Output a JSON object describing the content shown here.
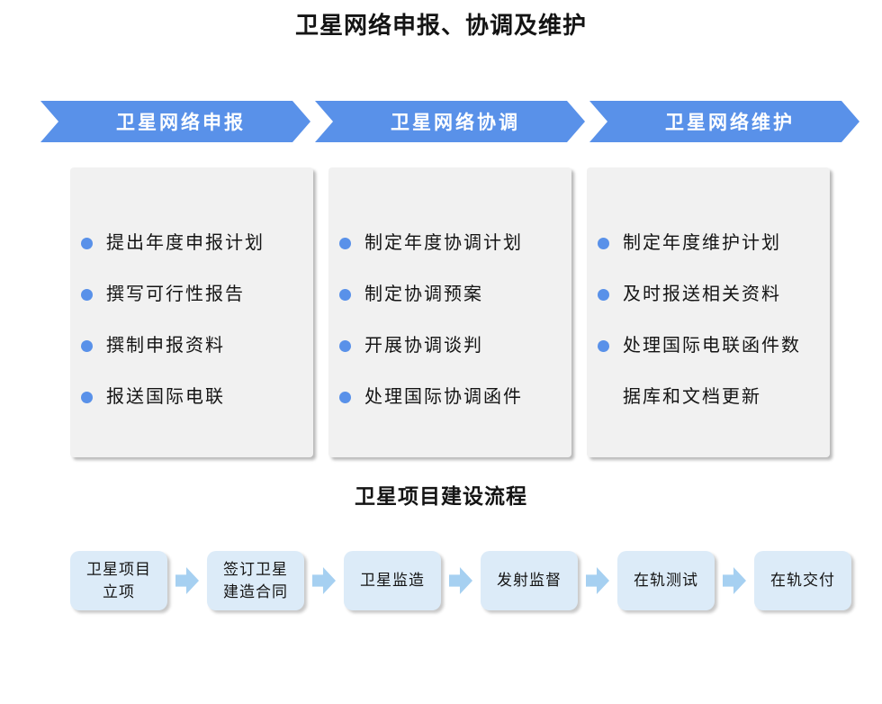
{
  "page": {
    "title": "卫星网络申报、协调及维护",
    "subtitle": "卫星项目建设流程"
  },
  "colors": {
    "banner_blue": "#5991E9",
    "bullet_blue": "#5991E9",
    "panel_gray": "#F1F1F1",
    "flow_box_blue": "#DCEBF8",
    "flow_arrow_blue": "#A6D0F1"
  },
  "process_banner": {
    "stages": [
      {
        "label": "卫星网络申报",
        "items": [
          "提出年度申报计划",
          "撰写可行性报告",
          "撰制申报资料",
          "报送国际电联"
        ]
      },
      {
        "label": "卫星网络协调",
        "items": [
          "制定年度协调计划",
          "制定协调预案",
          "开展协调谈判",
          "处理国际协调函件"
        ]
      },
      {
        "label": "卫星网络维护",
        "items": [
          "制定年度维护计划",
          "及时报送相关资料",
          "处理国际电联函件数据库和文档更新"
        ]
      }
    ]
  },
  "project_flow": {
    "steps": [
      "卫星项目\n立项",
      "签订卫星\n建造合同",
      "卫星监造",
      "发射监督",
      "在轨测试",
      "在轨交付"
    ]
  }
}
